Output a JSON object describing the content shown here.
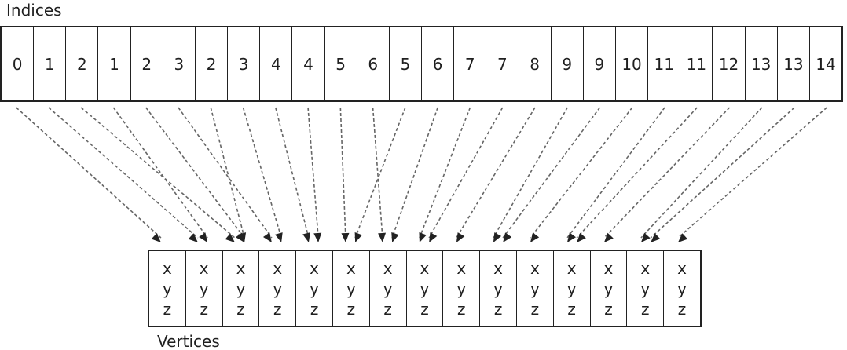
{
  "labels": {
    "indices": "Indices",
    "vertices": "Vertices"
  },
  "indices": [
    0,
    1,
    2,
    1,
    2,
    3,
    2,
    3,
    4,
    4,
    5,
    6,
    5,
    6,
    7,
    7,
    8,
    9,
    9,
    10,
    11,
    11,
    12,
    13,
    13,
    14
  ],
  "vertex_count": 15,
  "vertex_components": [
    "x",
    "y",
    "z"
  ]
}
